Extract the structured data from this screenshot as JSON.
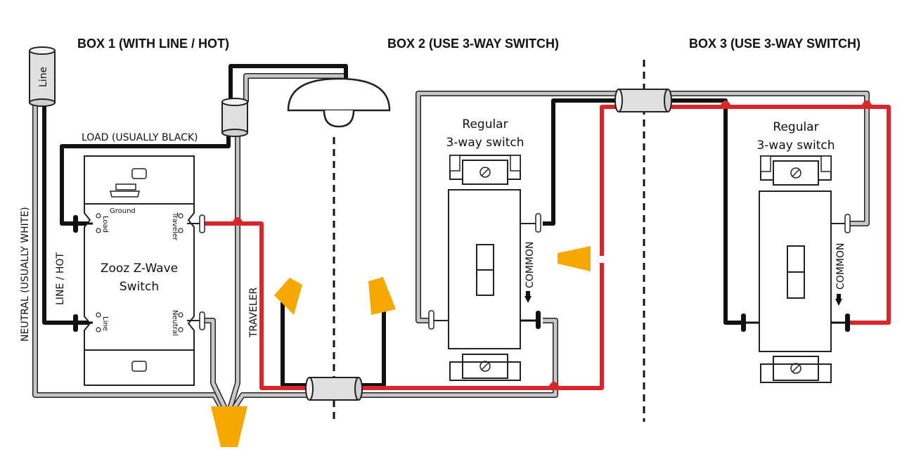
{
  "boxes": {
    "box1": "BOX 1 (WITH LINE / HOT)",
    "box2": "BOX 2 (USE 3-WAY SWITCH)",
    "box3": "BOX 3 (USE 3-WAY SWITCH)"
  },
  "labels": {
    "line_cable": "Line",
    "load": "LOAD (USUALLY BLACK)",
    "neutral": "NEUTRAL (USUALLY WHITE)",
    "line_hot": "LINE / HOT",
    "traveler": "TRAVELER",
    "common_box2": "COMMON",
    "common_box3": "COMMON"
  },
  "zooz": {
    "name_line1": "Zooz Z-Wave",
    "name_line2": "Switch",
    "ground": "Ground",
    "terminal_load": "Load",
    "terminal_traveler": "Traveler",
    "terminal_line": "Line",
    "terminal_neutral": "Neutral"
  },
  "box2_switch": {
    "line1": "Regular",
    "line2": "3-way switch"
  },
  "box3_switch": {
    "line1": "Regular",
    "line2": "3-way switch"
  },
  "colors": {
    "hot": "#111111",
    "neutral": "#c8c8c8",
    "traveler": "#d9262b",
    "wire_nut": "#f5a800",
    "outline": "#222222"
  },
  "icons": [
    "ceiling-light-icon",
    "wire-nut-icon",
    "cable-sheath-icon",
    "screw-terminal-icon"
  ]
}
